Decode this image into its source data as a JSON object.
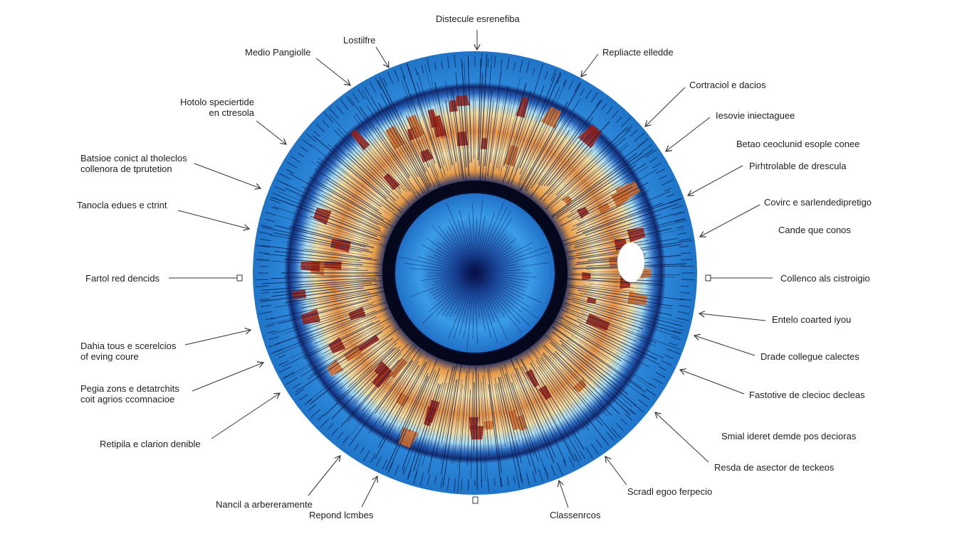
{
  "colors": {
    "outer_blue": "#1f74c8",
    "dark_navy": "#0b1a4a",
    "light_blue": "#8fd0f0",
    "cream": "#f4e2a8",
    "orange": "#e08a3a",
    "rust": "#9a1e14",
    "pupil_blue": "#2f8fe0"
  },
  "labels": {
    "top_center": "Distecule esrenefiba",
    "lostilfre": "Lostilfre",
    "medio": "Medio Pangiolle",
    "hotolo": [
      "Hotolo speciertide",
      "en ctresola"
    ],
    "batsioe": [
      "Batsioe conict al tholeclos",
      "collenora de tprutetion"
    ],
    "tanocla": "Tanocla edues e ctrint",
    "fartol": "Fartol red dencids",
    "dahia": [
      "Dahia tous e scerelcios",
      "of eving coure"
    ],
    "pegia": [
      "Pegia zons e detatrchits",
      "coit agrios ccomnacioe"
    ],
    "retipila": "Retipila e clarion denible",
    "nancil": "Nancil a arbereramente",
    "repond": "Repond lcmbes",
    "classenrcos": "Classenrcos",
    "scradl": "Scradl egoo ferpecio",
    "resda": "Resda de asector de teckeos",
    "smial": "Smial ideret demde pos decioras",
    "fastotive": "Fastotive de clecioc decleas",
    "drade": "Drade collegue calectes",
    "entelo": "Entelo coarted iyou",
    "collenco": "Collenco als cistroigio",
    "cande": "Cande que conos",
    "covirc": "Covirc e sarlendedipretigo",
    "pirhtrolable": "Pirhtrolable de drescula",
    "betao": "Betao ceoclunid esople conee",
    "iesovie": "Iesovie iniectaguee",
    "cortraciol": "Cortraciol e dacios",
    "repliacte": "Repliacte elledde"
  }
}
